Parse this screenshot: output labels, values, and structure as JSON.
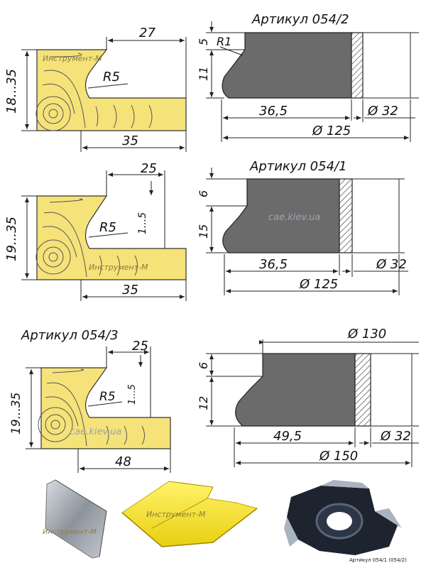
{
  "article_2": {
    "title": "Артикул 054/2"
  },
  "article_1": {
    "title": "Артикул 054/1"
  },
  "article_3": {
    "title": "Артикул 054/3"
  },
  "d2": {
    "height": "18...35",
    "top_width": "27",
    "radius": "R5",
    "width": "35",
    "k_h1": "5",
    "k_h2": "11",
    "k_r": "R1",
    "k_len": "36,5",
    "k_bore": "Ø 32",
    "k_dia": "Ø 125"
  },
  "d1": {
    "height": "19...35",
    "top_width": "25",
    "depth": "1...5",
    "radius": "R5",
    "width": "35",
    "k_h1": "6",
    "k_h2": "15",
    "k_len": "36,5",
    "k_bore": "Ø 32",
    "k_dia": "Ø 125"
  },
  "d3": {
    "height": "19...35",
    "top_width": "25",
    "depth": "1...5",
    "radius": "R5",
    "width": "48",
    "k_h1": "6",
    "k_h2": "12",
    "k_len": "49,5",
    "k_bore": "Ø 32",
    "k_dia": "Ø 150",
    "k_top": "Ø 130"
  },
  "watermarks": {
    "brand": "Инструмент-М",
    "site": "cae.kiev.ua"
  },
  "photo_caption": "Артикул 054/1 (054/2)"
}
